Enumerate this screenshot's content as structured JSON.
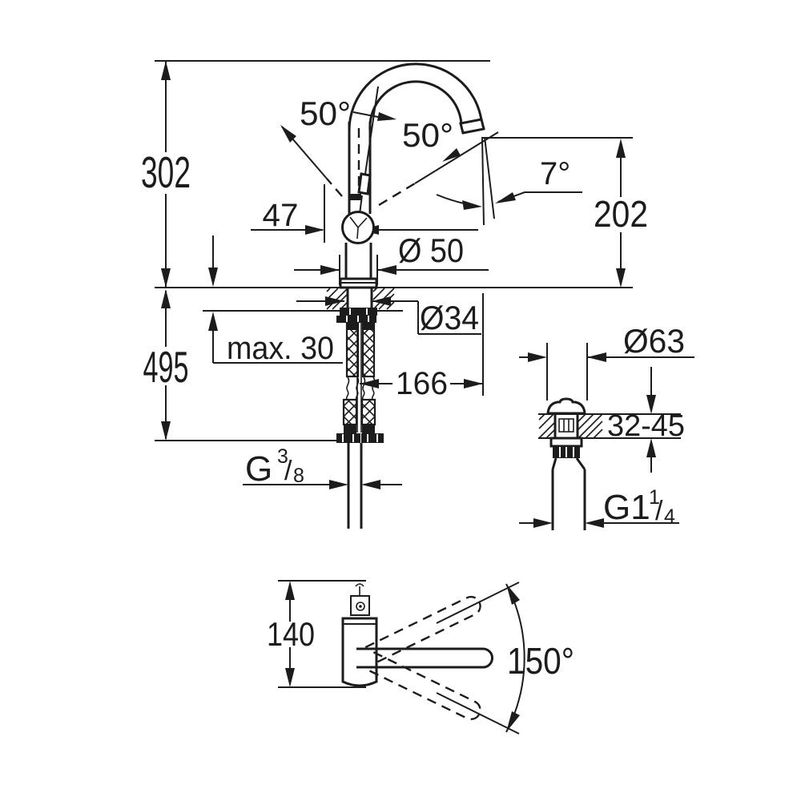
{
  "drawing": {
    "background": "#ffffff",
    "line_color": "#1c1c1c",
    "labels": {
      "overall_height": "302",
      "height_below_deck": "495",
      "lever_angle_left": "50°",
      "lever_angle_right": "50°",
      "lever_reach": "47",
      "spray_angle": "7°",
      "spout_height": "202",
      "base_diameter": "Ø 50",
      "shank_diameter": "Ø34",
      "max_deck_thickness": "max. 30",
      "spout_reach": "166",
      "supply_thread": {
        "g": "G",
        "num": "3",
        "slash": "/",
        "den": "8"
      },
      "waste_diameter": "Ø63",
      "deck_thickness_range": "32-45",
      "waste_thread": {
        "g": "G1",
        "num": "1",
        "slash": "/",
        "den": "4"
      },
      "body_height_top_view": "140",
      "swivel_angle": "150°"
    }
  }
}
